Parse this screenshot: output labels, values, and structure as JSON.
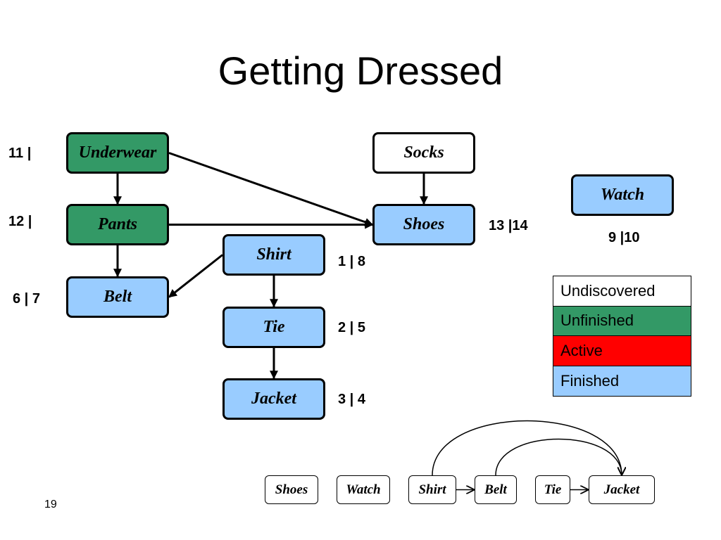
{
  "title": "Getting Dressed",
  "colors": {
    "undiscovered": "#ffffff",
    "unfinished": "#339966",
    "active": "#ff0000",
    "finished": "#99ccff"
  },
  "nodes": {
    "underwear": {
      "label": "Underwear",
      "state": "unfinished",
      "times": "11 |"
    },
    "pants": {
      "label": "Pants",
      "state": "unfinished",
      "times": "12 |"
    },
    "belt": {
      "label": "Belt",
      "state": "finished",
      "times": "6 | 7"
    },
    "shirt": {
      "label": "Shirt",
      "state": "finished",
      "times": "1 | 8"
    },
    "tie": {
      "label": "Tie",
      "state": "finished",
      "times": "2 | 5"
    },
    "jacket": {
      "label": "Jacket",
      "state": "finished",
      "times": "3 | 4"
    },
    "socks": {
      "label": "Socks",
      "state": "undiscovered",
      "times": ""
    },
    "shoes": {
      "label": "Shoes",
      "state": "finished",
      "times": "13 |14"
    },
    "watch": {
      "label": "Watch",
      "state": "finished",
      "times": "9 |10"
    }
  },
  "edges": [
    [
      "underwear",
      "pants"
    ],
    [
      "underwear",
      "shoes"
    ],
    [
      "pants",
      "shoes"
    ],
    [
      "pants",
      "belt"
    ],
    [
      "shirt",
      "belt"
    ],
    [
      "shirt",
      "tie"
    ],
    [
      "tie",
      "jacket"
    ],
    [
      "socks",
      "shoes"
    ]
  ],
  "legend": [
    {
      "label": "Undiscovered",
      "state": "undiscovered"
    },
    {
      "label": "Unfinished",
      "state": "unfinished"
    },
    {
      "label": "Active",
      "state": "active"
    },
    {
      "label": "Finished",
      "state": "finished"
    }
  ],
  "sequence": [
    "Shoes",
    "Watch",
    "Shirt",
    "Belt",
    "Tie",
    "Jacket"
  ],
  "sequence_edges": [
    [
      "Shirt",
      "Belt"
    ],
    [
      "Tie",
      "Jacket"
    ],
    [
      "Shirt",
      "Jacket"
    ],
    [
      "Belt",
      "Jacket"
    ]
  ],
  "slide_number": "19"
}
